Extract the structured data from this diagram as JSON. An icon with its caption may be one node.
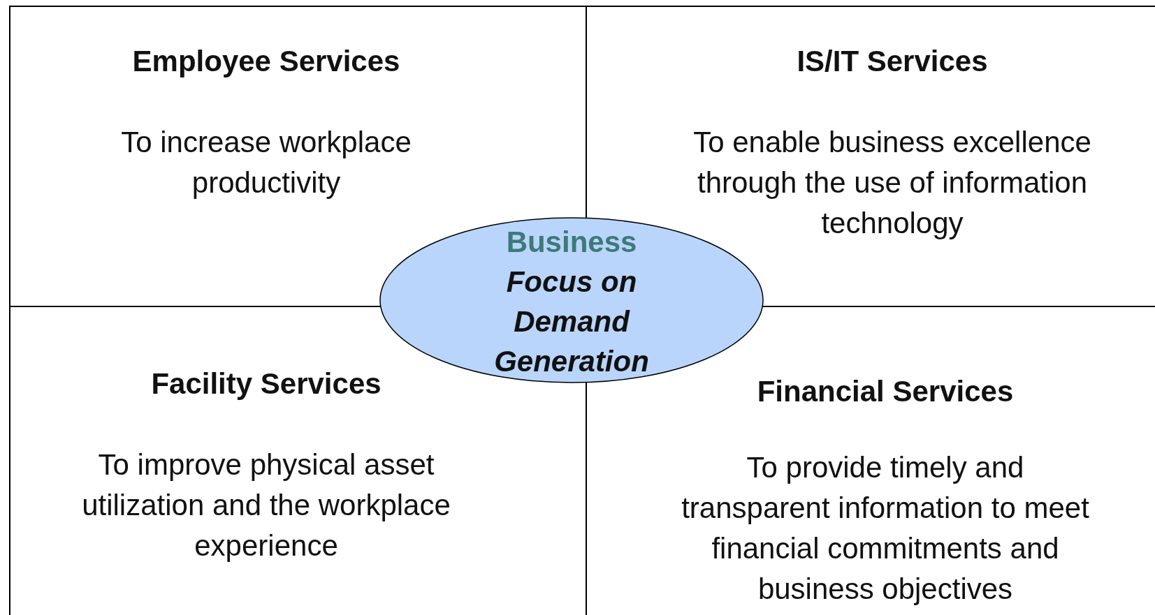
{
  "diagram": {
    "nodes": [
      {
        "text": [
          "Employee Services",
          "To increase workplace productivity"
        ]
      },
      {
        "text": [
          "IS/IT Services",
          "To enable business excellence through the use of information technology"
        ]
      },
      {
        "text": [
          "Facility Services",
          "To improve physical asset utilization and the workplace experience"
        ]
      },
      {
        "text": [
          "Financial Services",
          "To provide timely and transparent information to meet financial commitments and business objectives"
        ]
      },
      {
        "text": [
          "Business",
          "Focus on Demand Generation"
        ]
      }
    ]
  }
}
